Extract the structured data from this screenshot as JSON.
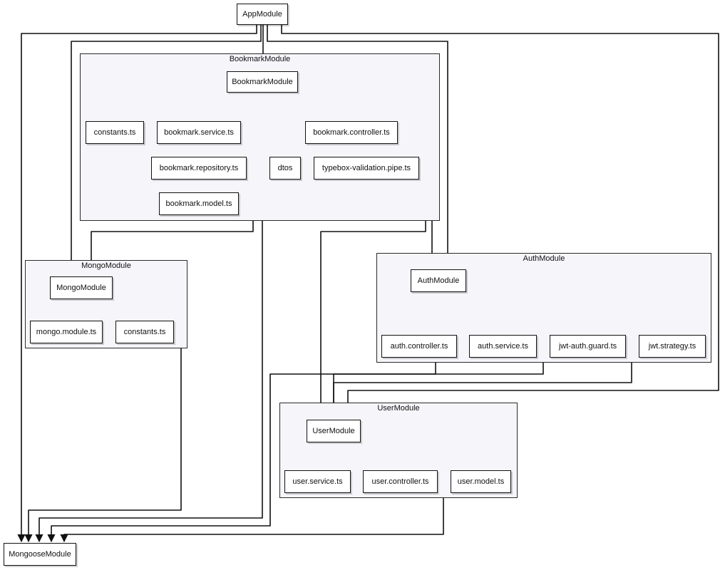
{
  "colors": {
    "stroke": "#111111",
    "group_fill": "#f6f6fa",
    "node_fill": "#ffffff"
  },
  "groups": {
    "bookmark": "BookmarkModule",
    "mongo": "MongoModule",
    "auth": "AuthModule",
    "user": "UserModule"
  },
  "nodes": {
    "app": "AppModule",
    "bookmark_module": "BookmarkModule",
    "bm_constants": "constants.ts",
    "bm_service": "bookmark.service.ts",
    "bm_controller": "bookmark.controller.ts",
    "bm_repository": "bookmark.repository.ts",
    "bm_model": "bookmark.model.ts",
    "bm_dtos": "dtos",
    "bm_pipe": "typebox-validation.pipe.ts",
    "mongo_module": "MongoModule",
    "mongo_module_ts": "mongo.module.ts",
    "mongo_constants": "constants.ts",
    "auth_module": "AuthModule",
    "auth_controller": "auth.controller.ts",
    "auth_service": "auth.service.ts",
    "jwt_guard": "jwt-auth.guard.ts",
    "jwt_strategy": "jwt.strategy.ts",
    "user_module": "UserModule",
    "user_service": "user.service.ts",
    "user_controller": "user.controller.ts",
    "user_model": "user.model.ts",
    "mongoose": "MongooseModule"
  }
}
